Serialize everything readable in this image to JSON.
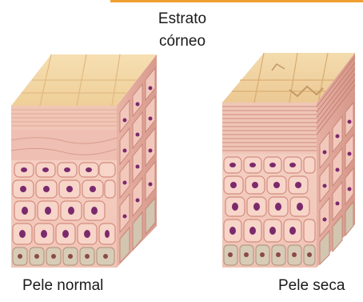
{
  "colors": {
    "accent_rule": "#f0a030",
    "corneum_top": "#f3d9a6",
    "corneum_line": "#e0b880",
    "dermis_band": "#eec4b9",
    "cell_fill": "#f7d3c7",
    "cell_edge": "#d79385",
    "nucleus": "#7a2a6a",
    "basal_cell": "#d8cdb8"
  },
  "labels": {
    "stratum_corneum_line1": "Estrato",
    "stratum_corneum_line2": "córneo",
    "normal_skin": "Pele normal",
    "dry_skin": "Pele seca"
  }
}
